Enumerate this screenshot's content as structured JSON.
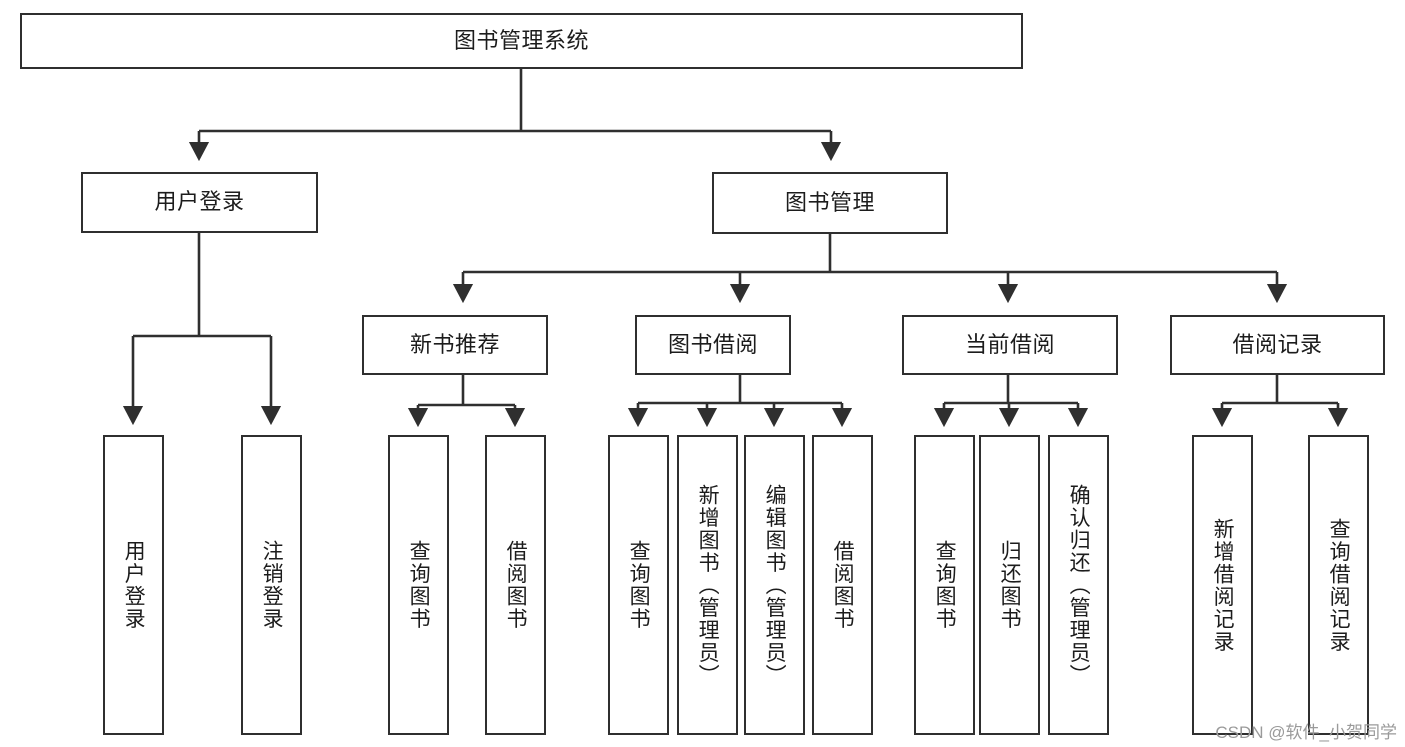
{
  "diagram": {
    "title": "图书管理系统",
    "type": "tree",
    "background_color": "#ffffff",
    "node_border_color": "#2f2f2f",
    "node_fill_color": "#ffffff",
    "edge_color": "#2f2f2f",
    "nodes": {
      "root": {
        "label": "图书管理系统"
      },
      "level1": [
        {
          "label": "用户登录"
        },
        {
          "label": "图书管理"
        }
      ],
      "level2": [
        {
          "label": "新书推荐"
        },
        {
          "label": "图书借阅"
        },
        {
          "label": "当前借阅"
        },
        {
          "label": "借阅记录"
        }
      ],
      "leaves": [
        {
          "label": "用户登录",
          "parent": "用户登录"
        },
        {
          "label": "注销登录",
          "parent": "用户登录"
        },
        {
          "label": "查询图书",
          "parent": "新书推荐"
        },
        {
          "label": "借阅图书",
          "parent": "新书推荐"
        },
        {
          "label": "查询图书",
          "parent": "图书借阅"
        },
        {
          "label": "新增图书（管理员）",
          "parent": "图书借阅"
        },
        {
          "label": "编辑图书（管理员）",
          "parent": "图书借阅"
        },
        {
          "label": "借阅图书",
          "parent": "图书借阅"
        },
        {
          "label": "查询图书",
          "parent": "当前借阅"
        },
        {
          "label": "归还图书",
          "parent": "当前借阅"
        },
        {
          "label": "确认归还（管理员）",
          "parent": "当前借阅"
        },
        {
          "label": "新增借阅记录",
          "parent": "借阅记录"
        },
        {
          "label": "查询借阅记录",
          "parent": "借阅记录"
        }
      ]
    }
  },
  "watermark": {
    "text": "CSDN @软件_小贺同学"
  }
}
